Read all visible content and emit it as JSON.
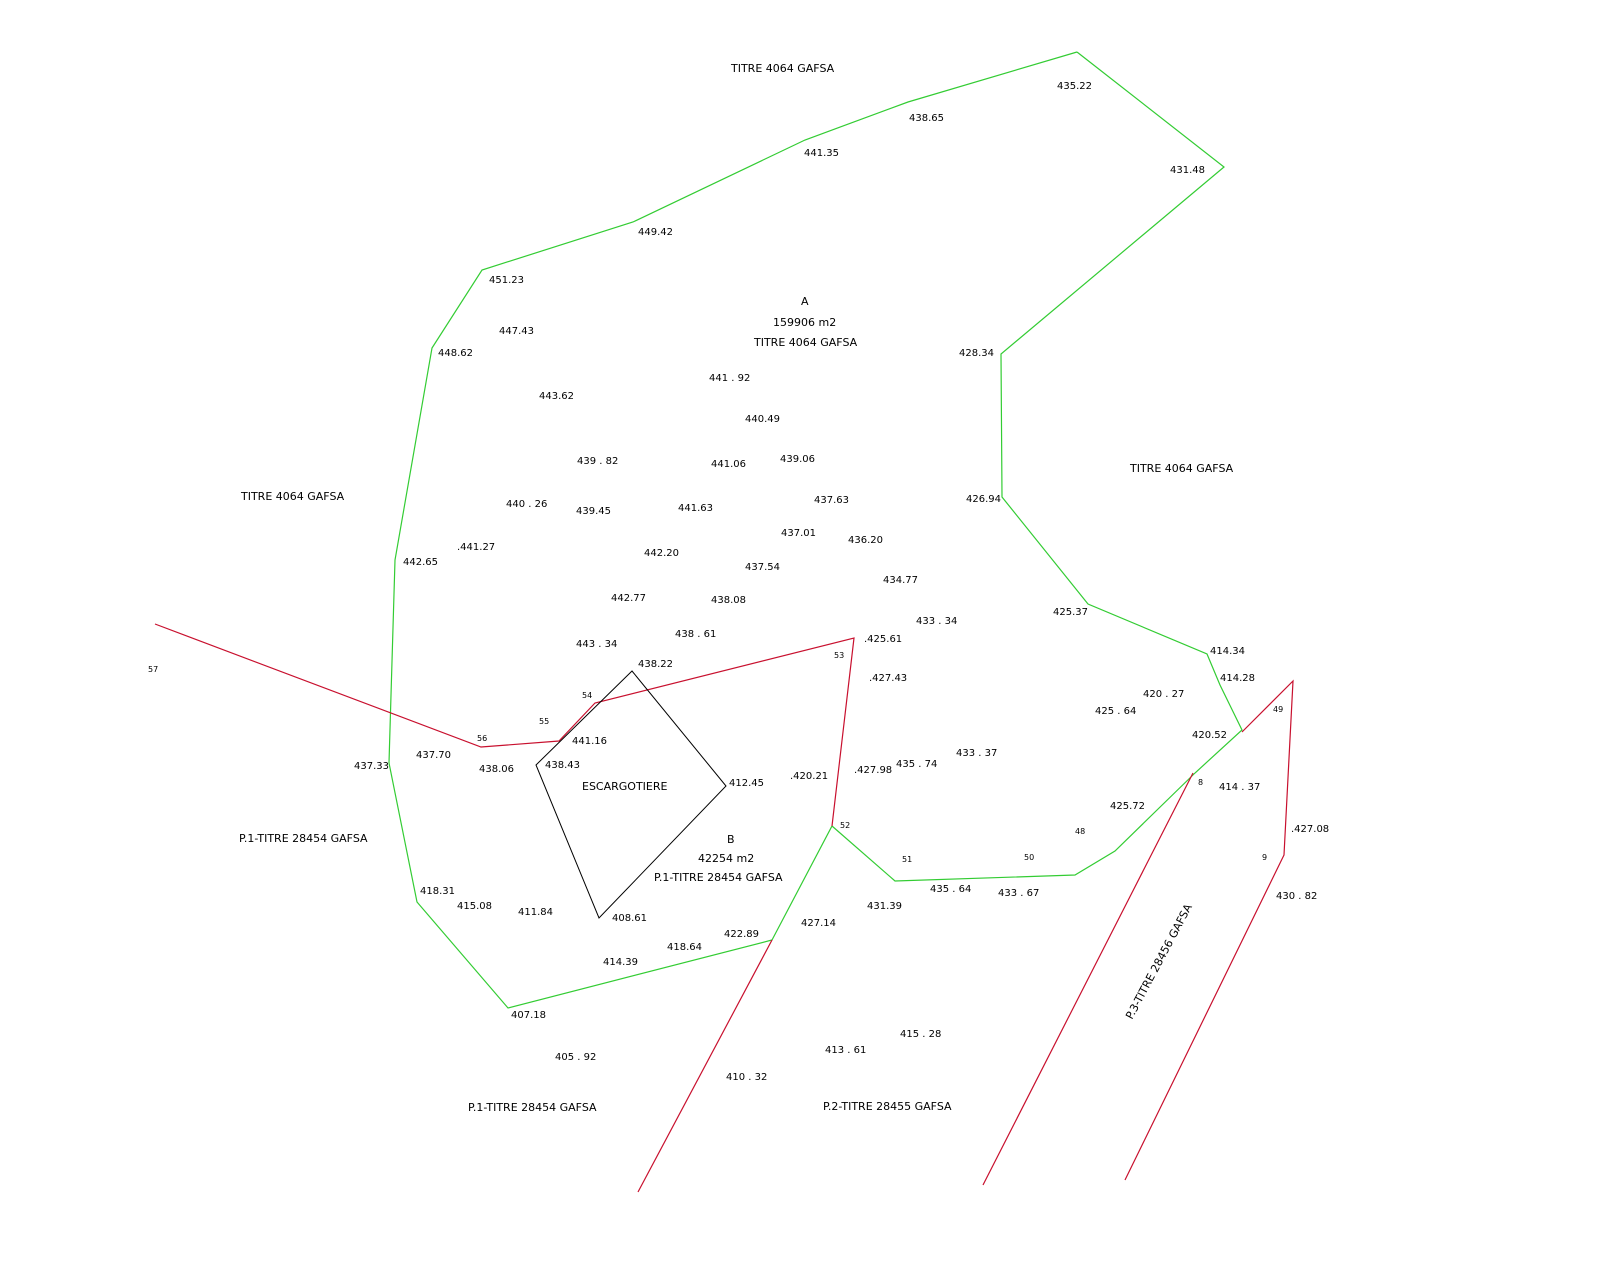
{
  "colors": {
    "parcel_boundary": "#33cc33",
    "road_line": "#c8102e",
    "structure": "#000000",
    "background": "#ffffff"
  },
  "parcels": {
    "a": {
      "letter": "A",
      "area": "159906 m2",
      "title": "TITRE 4064 GAFSA"
    },
    "b": {
      "letter": "B",
      "area": "42254 m2",
      "title": "P.1-TITRE 28454 GAFSA"
    },
    "structure": "ESCARGOTIERE"
  },
  "neighbors": [
    "TITRE 4064 GAFSA",
    "TITRE 4064 GAFSA",
    "TITRE 4064 GAFSA",
    "P.1-TITRE 28454 GAFSA",
    "P.1-TITRE 28454 GAFSA",
    "P.2-TITRE 28455 GAFSA",
    "P.3-TITRE 28456 GAFSA"
  ],
  "point_ids": [
    "57",
    "56",
    "55",
    "54",
    "53",
    "52",
    "51",
    "50",
    "49",
    "48",
    "8",
    "9"
  ],
  "elevations": [
    "435.22",
    "438.65",
    "441.35",
    "431.48",
    "449.42",
    "451.23",
    "447.43",
    "448.62",
    "428.34",
    "441 . 92",
    "443.62",
    "440.49",
    "439 . 82",
    "441.06",
    "439.06",
    "440 . 26",
    "439.45",
    "441.63",
    "437.63",
    "426.94",
    "437.01",
    "436.20",
    ".441.27",
    "442.65",
    "442.20",
    "437.54",
    "434.77",
    "442.77",
    "438.08",
    "425.37",
    "433 . 34",
    "438 . 61",
    ".425.61",
    "414.34",
    "443 . 34",
    "438.22",
    "414.28",
    ".427.43",
    "420 . 27",
    "425 . 64",
    "441.16",
    "420.52",
    "437.70",
    "437.33",
    "438.06",
    "438.43",
    "412.45",
    ".420.21",
    ".427.98",
    "435 . 74",
    "433 . 37",
    "414 . 37",
    "425.72",
    ".427.08",
    "418.31",
    "415.08",
    "411.84",
    "408.61",
    "431.39",
    "435 . 64",
    "433 . 67",
    "430 . 82",
    "427.14",
    "422.89",
    "418.64",
    "414.39",
    "407.18",
    "415 . 28",
    "413 . 61",
    "405 . 92",
    "410 . 32"
  ]
}
